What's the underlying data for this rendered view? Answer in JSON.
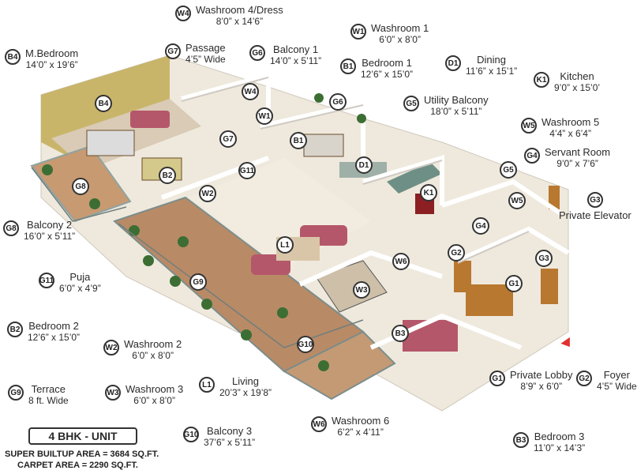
{
  "labels": {
    "W4": {
      "code": "W4",
      "name": "Washroom 4/Dress",
      "dim": "8’0” x 14’6”"
    },
    "W1": {
      "code": "W1",
      "name": "Washroom 1",
      "dim": "6’0” x 8’0”"
    },
    "B4": {
      "code": "B4",
      "name": "M.Bedroom",
      "dim": "14’0” x 19’6”"
    },
    "G7": {
      "code": "G7",
      "name": "Passage",
      "dim": "4’5” Wide"
    },
    "G6": {
      "code": "G6",
      "name": "Balcony 1",
      "dim": "14’0” x 5’11”"
    },
    "B1": {
      "code": "B1",
      "name": "Bedroom 1",
      "dim": "12’6” x 15’0”"
    },
    "D1": {
      "code": "D1",
      "name": "Dining",
      "dim": "11’6” x 15’1”"
    },
    "K1": {
      "code": "K1",
      "name": "Kitchen",
      "dim": "9’0” x 15’0’"
    },
    "G5": {
      "code": "G5",
      "name": "Utility Balcony",
      "dim": "18’0” x 5’11”"
    },
    "W5": {
      "code": "W5",
      "name": "Washroom 5",
      "dim": "4’4” x 6’4”"
    },
    "G4": {
      "code": "G4",
      "name": "Servant Room",
      "dim": "9’0” x 7’6”"
    },
    "G3": {
      "code": "G3",
      "name": "Private Elevator",
      "dim": ""
    },
    "G8": {
      "code": "G8",
      "name": "Balcony 2",
      "dim": "16’0” x 5’11”"
    },
    "G11": {
      "code": "G11",
      "name": "Puja",
      "dim": "6’0” x 4’9”"
    },
    "B2": {
      "code": "B2",
      "name": "Bedroom 2",
      "dim": "12’6” x 15’0”"
    },
    "W2": {
      "code": "W2",
      "name": "Washroom 2",
      "dim": "6’0” x 8’0”"
    },
    "G9": {
      "code": "G9",
      "name": "Terrace",
      "dim": "8 ft. Wide"
    },
    "W3": {
      "code": "W3",
      "name": "Washroom 3",
      "dim": "6’0” x 8’0”"
    },
    "L1": {
      "code": "L1",
      "name": "Living",
      "dim": "20’3” x 19’8”"
    },
    "G1": {
      "code": "G1",
      "name": "Private Lobby",
      "dim": "8’9” x 6’0”"
    },
    "G2": {
      "code": "G2",
      "name": "Foyer",
      "dim": "4’5” Wide"
    },
    "G10": {
      "code": "G10",
      "name": "Balcony 3",
      "dim": "37’6” x 5’11”"
    },
    "W6": {
      "code": "W6",
      "name": "Washroom 6",
      "dim": "6’2” x 4’11”"
    },
    "B3": {
      "code": "B3",
      "name": "Bedroom 3",
      "dim": "11’0” x 14’3”"
    }
  },
  "unit": {
    "title": "4 BHK - UNIT",
    "super_area": "SUPER BUILTUP AREA = 3684 SQ.FT.",
    "carpet_area": "CARPET AREA = 2290 SQ.FT."
  },
  "plan_tags": [
    "B4",
    "W4",
    "G6",
    "W1",
    "G7",
    "B1",
    "D1",
    "G11",
    "B2",
    "W2",
    "G8",
    "K1",
    "G5",
    "W5",
    "G4",
    "L1",
    "W6",
    "G2",
    "G3",
    "G9",
    "W3",
    "G1",
    "B3",
    "G10"
  ],
  "colors": {
    "floor": "#efe9dd",
    "wall": "#ffffff",
    "wall_shade": "#d9d6d0",
    "terrace": "#b98a66",
    "accent_red": "#e23030",
    "sofa": "#b5576a",
    "wood": "#b8782f",
    "glass": "#8ea3a1"
  }
}
